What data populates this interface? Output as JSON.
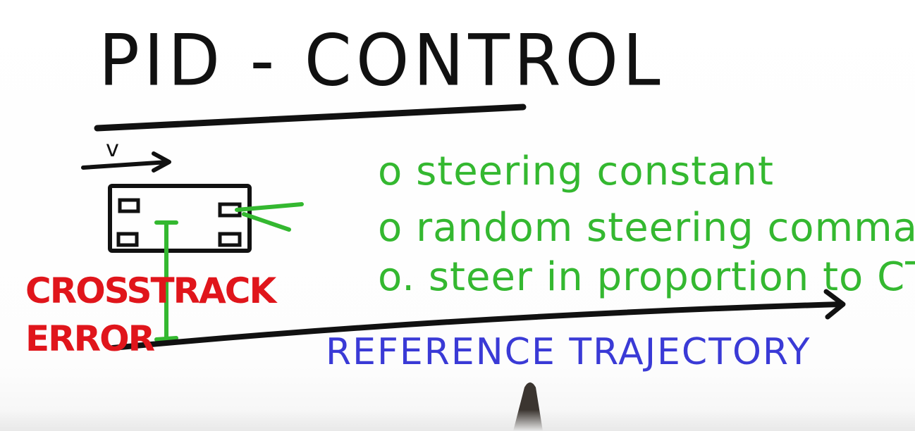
{
  "title": "PID - CONTROL",
  "velocity_label": "v",
  "crosstrack_label_line1": "CROSSTRACK",
  "crosstrack_label_line2": "ERROR",
  "bullets": [
    "o steering constant",
    "o random steering commands",
    "o. steer in proportion to CTE"
  ],
  "reference_label": "REFERENCE TRAJECTORY",
  "colors": {
    "ink_black": "#111111",
    "ink_red": "#e0151b",
    "ink_green": "#34b830",
    "ink_blue": "#3a3ad6"
  }
}
